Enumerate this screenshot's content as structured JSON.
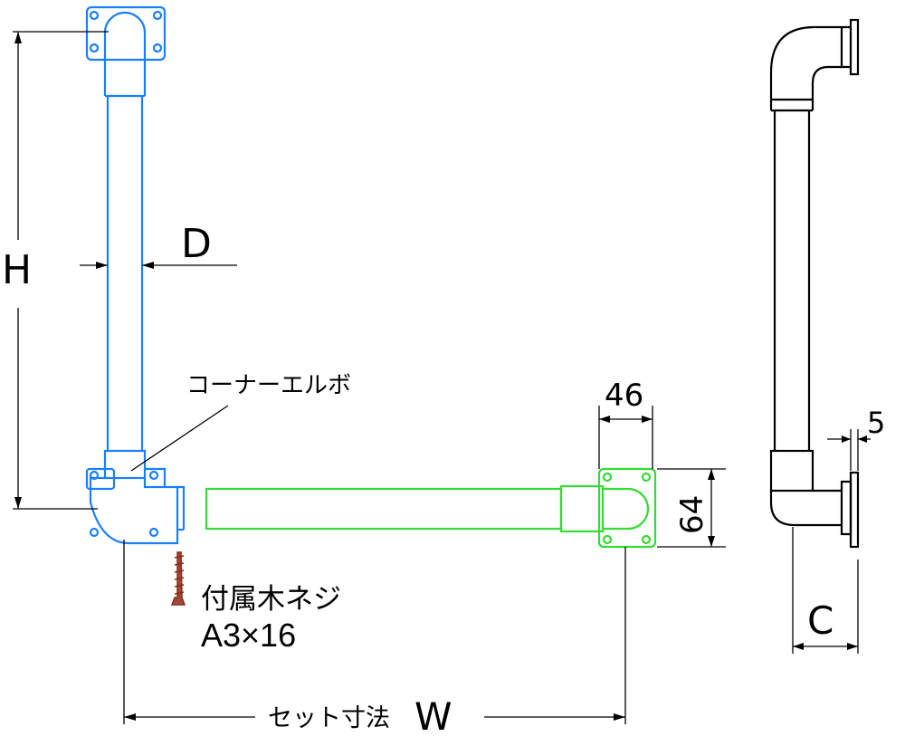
{
  "labels": {
    "height": "H",
    "diameter": "D",
    "elbow": "コーナーエルボ",
    "flange_width": "46",
    "flange_height": "64",
    "projection": "C",
    "thickness": "5",
    "screw_name": "付属木ネジ",
    "screw_size": "A3×16",
    "set_width_prefix": "セット寸法",
    "set_width_letter": "W"
  },
  "colors": {
    "vertical_bar": "#1a7fff",
    "horizontal_bar": "#33dd33",
    "screw": "#8b2a1a",
    "side_view": "#000000",
    "dimension": "#000000"
  }
}
